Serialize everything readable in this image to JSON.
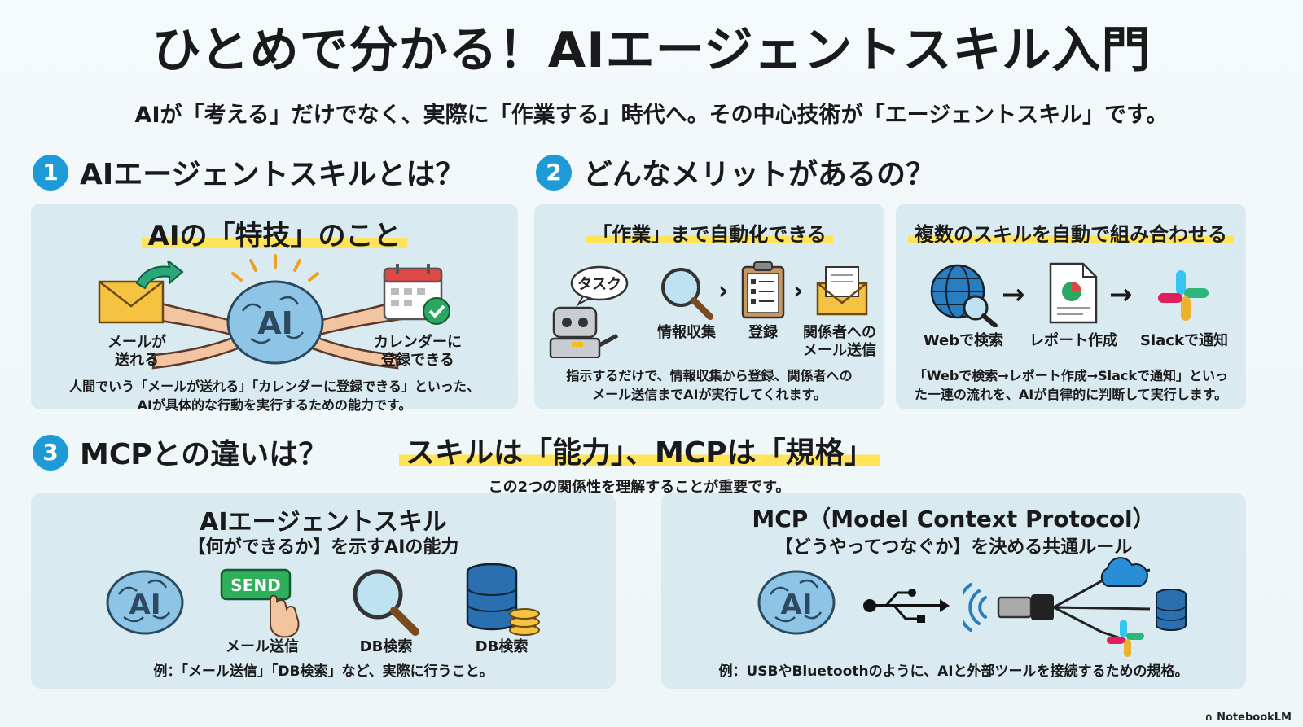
{
  "title": "ひとめで分かる！AIエージェントスキル入門",
  "subtitle": "AIが「考える」だけでなく、実際に「作業する」時代へ。その中心技術が「エージェントスキル」です。",
  "section1": {
    "number": "1",
    "heading": "AIエージェントスキルとは？",
    "panel_title": "AIの「特技」のこと",
    "brain_text": "AI",
    "label_left": "メールが\n送れる",
    "label_right": "カレンダーに\n登録できる",
    "description": "人間でいう「メールが送れる」「カレンダーに登録できる」といった、\nAIが具体的な行動を実行するための能力です。"
  },
  "section2": {
    "number": "2",
    "heading": "どんなメリットがあるの？",
    "left": {
      "title": "「作業」まで自動化できる",
      "bubble": "タスク",
      "steps": [
        "情報収集",
        "登録",
        "関係者への\nメール送信"
      ],
      "description": "指示するだけで、情報収集から登録、関係者への\nメール送信までAIが実行してくれます。"
    },
    "right": {
      "title": "複数のスキルを自動で組み合わせる",
      "steps": [
        "Webで検索",
        "レポート作成",
        "Slackで通知"
      ],
      "description": "「Webで検索→レポート作成→Slackで通知」といっ\nた一連の流れを、AIが自律的に判断して実行します。"
    }
  },
  "section3": {
    "number": "3",
    "heading": "MCPとの違いは？",
    "tagline": "スキルは「能力」、MCPは「規格」",
    "tagline_sub": "この2つの関係性を理解することが重要です。",
    "skill": {
      "title": "AIエージェントスキル",
      "subtitle": "【何ができるか】を示すAIの能力",
      "brain_text": "AI",
      "send_label": "SEND",
      "items": [
        "メール送信",
        "DB検索",
        "DB検索"
      ],
      "example": "例：「メール送信」「DB検索」など、実際に行うこと。"
    },
    "mcp": {
      "title": "MCP（Model Context Protocol）",
      "subtitle": "【どうやってつなぐか】を決める共通ルール",
      "brain_text": "AI",
      "example": "例：USBやBluetoothのように、AIと外部ツールを接続するための規格。"
    }
  },
  "brand": "NotebookLM",
  "colors": {
    "accent": "#1e9ad6",
    "highlight": "#ffe45a",
    "panel": "#d9eaf1",
    "brain": "#8ec5e6"
  }
}
